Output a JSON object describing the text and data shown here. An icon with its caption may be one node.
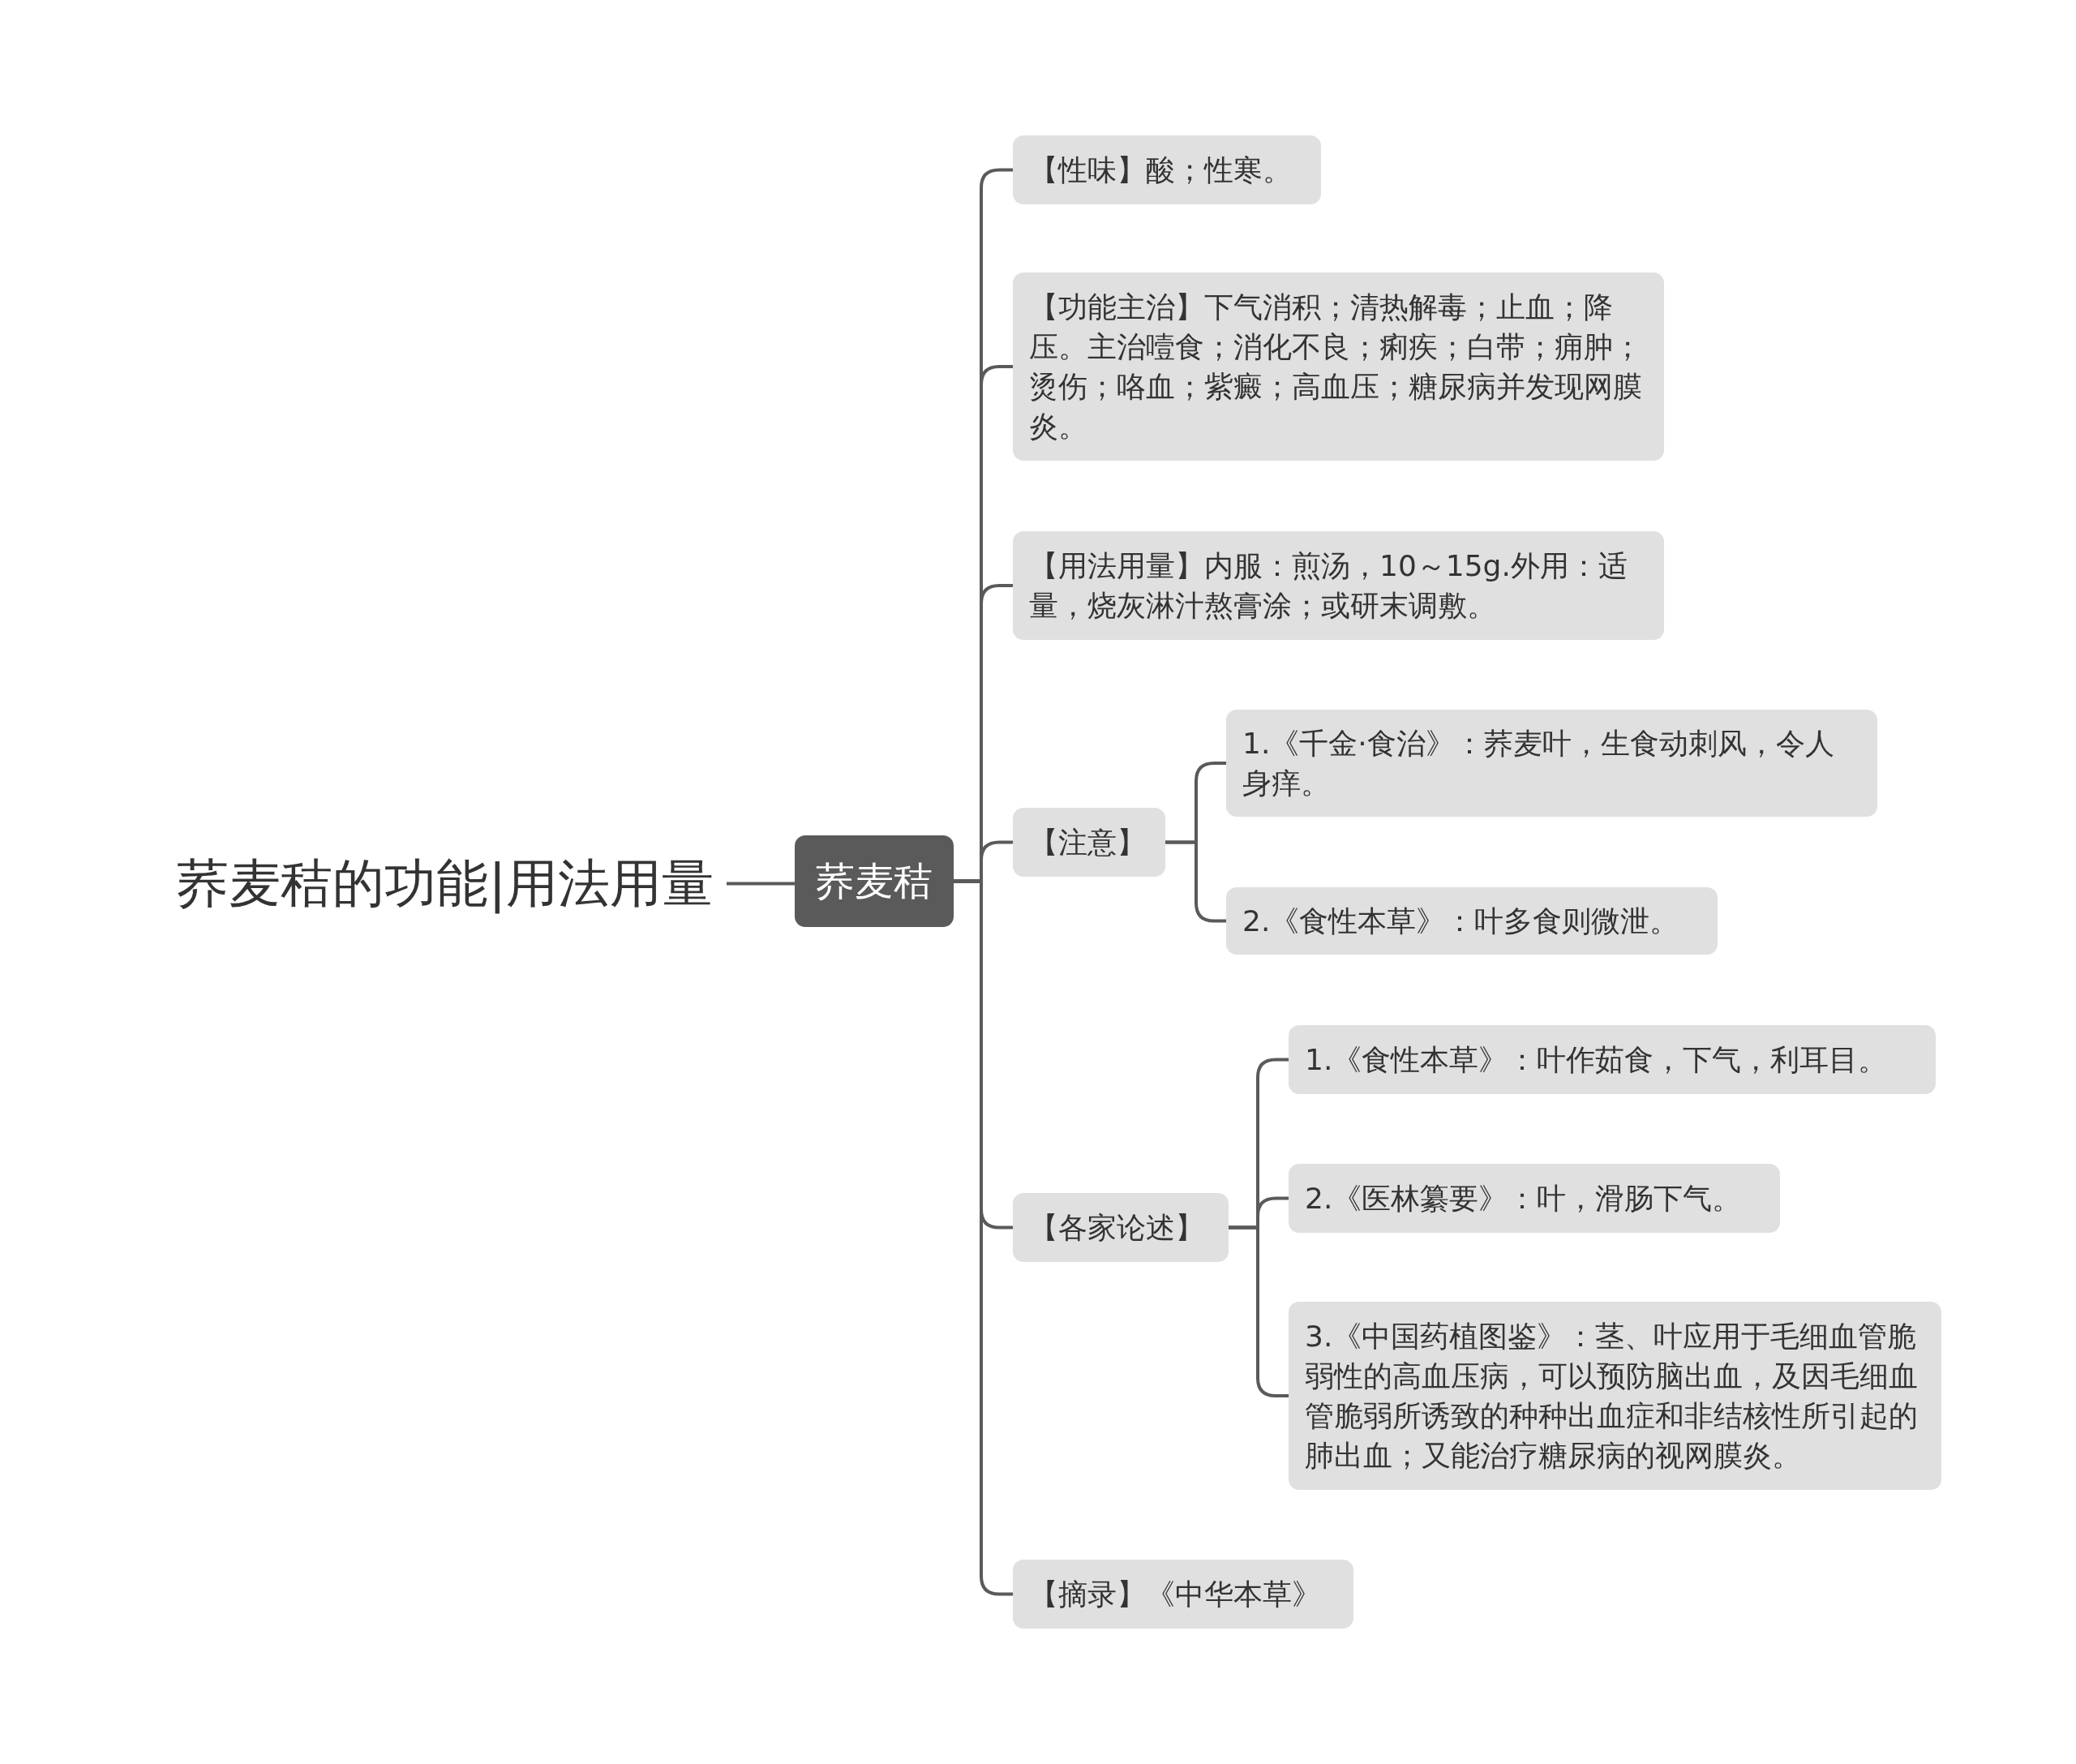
{
  "diagram": {
    "nodes": [
      {
        "text": [
          "荞麦秸的功能|用法用量"
        ]
      },
      {
        "text": [
          "荞麦秸"
        ]
      },
      {
        "text": [
          "【性味】酸；性寒。"
        ]
      },
      {
        "text": [
          "【功能主治】下气消积；清热解毒；止血；降压。主治噎食；消化不良；痢疾；白带；痈肿；烫伤；咯血；紫癜；高血压；糖尿病并发现网膜炎。"
        ]
      },
      {
        "text": [
          "【用法用量】内服：煎汤，10～15g.外用：适量，烧灰淋汁熬膏涂；或研末调敷。"
        ]
      },
      {
        "text": [
          "【注意】"
        ]
      },
      {
        "text": [
          "1.《千金·食治》：荞麦叶，生食动刺风，令人身痒。"
        ]
      },
      {
        "text": [
          "2.《食性本草》：叶多食则微泄。"
        ]
      },
      {
        "text": [
          "【各家论述】"
        ]
      },
      {
        "text": [
          "1.《食性本草》：叶作茹食，下气，利耳目。"
        ]
      },
      {
        "text": [
          "2.《医林纂要》：叶，滑肠下气。"
        ]
      },
      {
        "text": [
          "3.《中国药植图鉴》：茎、叶应用于毛细血管脆弱性的高血压病，可以预防脑出血，及因毛细血管脆弱所诱致的种种出血症和非结核性所引起的肺出血；又能治疗糖尿病的视网膜炎。"
        ]
      },
      {
        "text": [
          "【摘录】《中华本草》"
        ]
      }
    ],
    "edges": [
      {
        "from": 0,
        "to": 1,
        "arrow": "none"
      },
      {
        "from": 1,
        "to": 2,
        "arrow": "none"
      },
      {
        "from": 1,
        "to": 3,
        "arrow": "none"
      },
      {
        "from": 1,
        "to": 4,
        "arrow": "none"
      },
      {
        "from": 1,
        "to": 5,
        "arrow": "none"
      },
      {
        "from": 5,
        "to": 6,
        "arrow": "none"
      },
      {
        "from": 5,
        "to": 7,
        "arrow": "none"
      },
      {
        "from": 1,
        "to": 8,
        "arrow": "none"
      },
      {
        "from": 8,
        "to": 9,
        "arrow": "none"
      },
      {
        "from": 8,
        "to": 10,
        "arrow": "none"
      },
      {
        "from": 8,
        "to": 11,
        "arrow": "none"
      },
      {
        "from": 1,
        "to": 12,
        "arrow": "none"
      }
    ]
  }
}
